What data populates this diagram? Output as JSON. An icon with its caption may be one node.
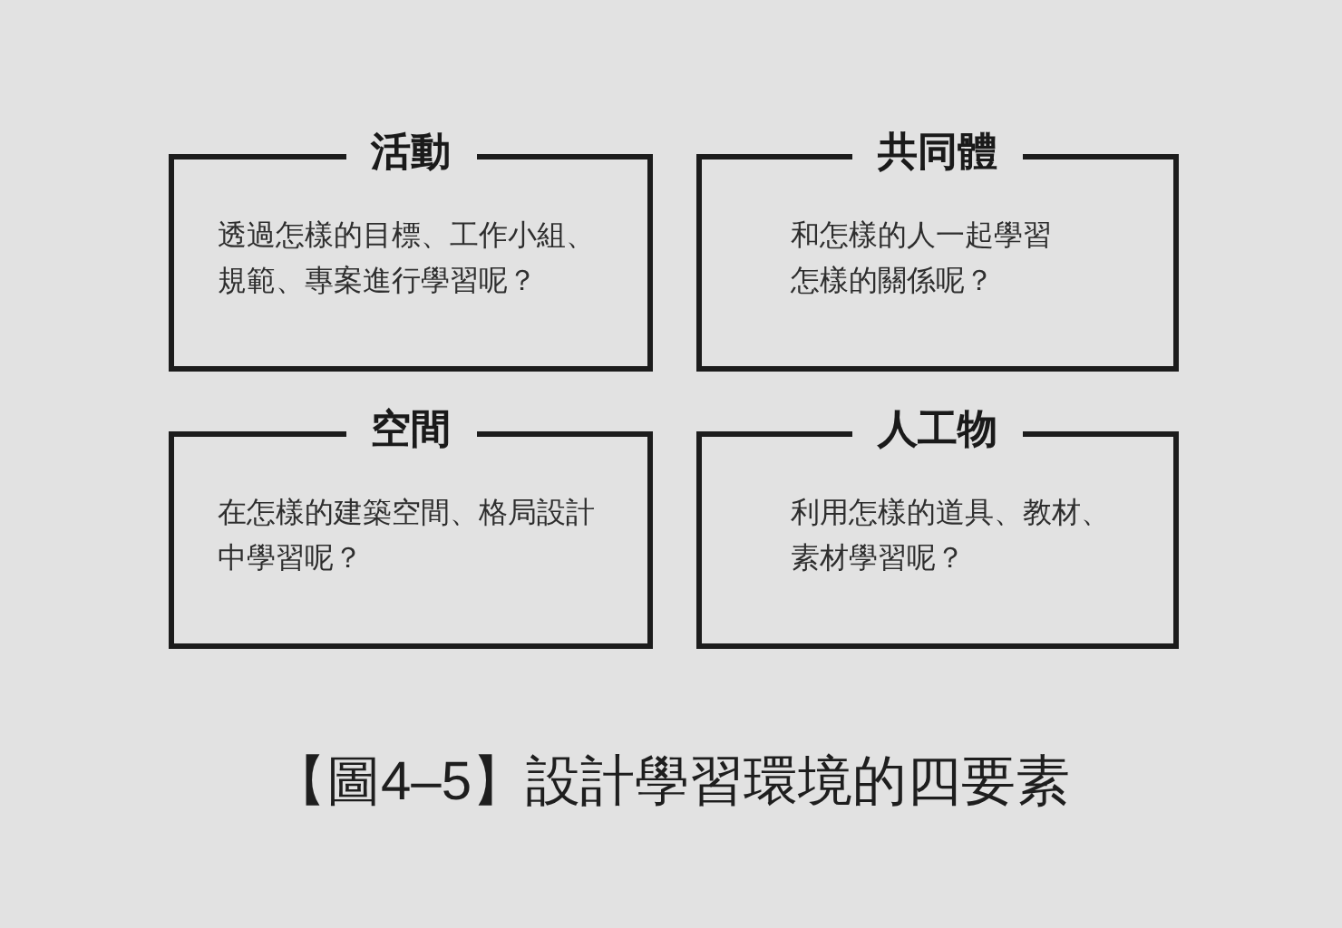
{
  "diagram": {
    "caption": "【圖4–5】設計學習環境的四要素",
    "nodes": [
      {
        "text": [
          "活動",
          "透過怎樣的目標、工作小組、規範、專案進行學習呢？"
        ]
      },
      {
        "text": [
          "共同體",
          "和怎樣的人一起學習怎樣的關係呢？"
        ]
      },
      {
        "text": [
          "空間",
          "在怎樣的建築空間、格局設計中學習呢？"
        ]
      },
      {
        "text": [
          "人工物",
          "利用怎樣的道具、教材、素材學習呢？"
        ]
      }
    ]
  }
}
